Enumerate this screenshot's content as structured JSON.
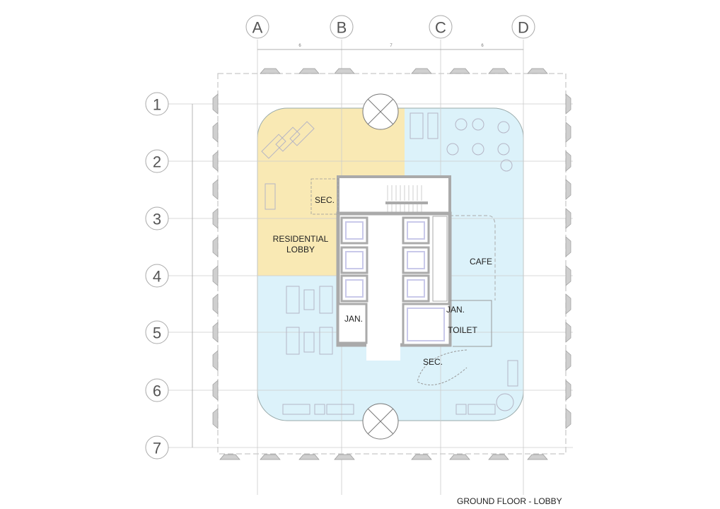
{
  "title": "GROUND FLOOR - LOBBY",
  "grid": {
    "columns": [
      "A",
      "B",
      "C",
      "D"
    ],
    "rows": [
      "1",
      "2",
      "3",
      "4",
      "5",
      "6",
      "7"
    ],
    "dimensions": [
      "6",
      "7",
      "6"
    ]
  },
  "rooms": {
    "residential_lobby_line1": "RESIDENTIAL",
    "residential_lobby_line2": "LOBBY",
    "security_north": "SEC.",
    "security_south": "SEC.",
    "cafe": "CAFE",
    "janitor_west": "JAN.",
    "janitor_east": "JAN.",
    "toilet": "TOILET"
  },
  "colors": {
    "residential": "#f9e9b4",
    "public": "#dcf2fa",
    "core_wall": "#a9a9a9",
    "grid_line": "#cccccc"
  }
}
